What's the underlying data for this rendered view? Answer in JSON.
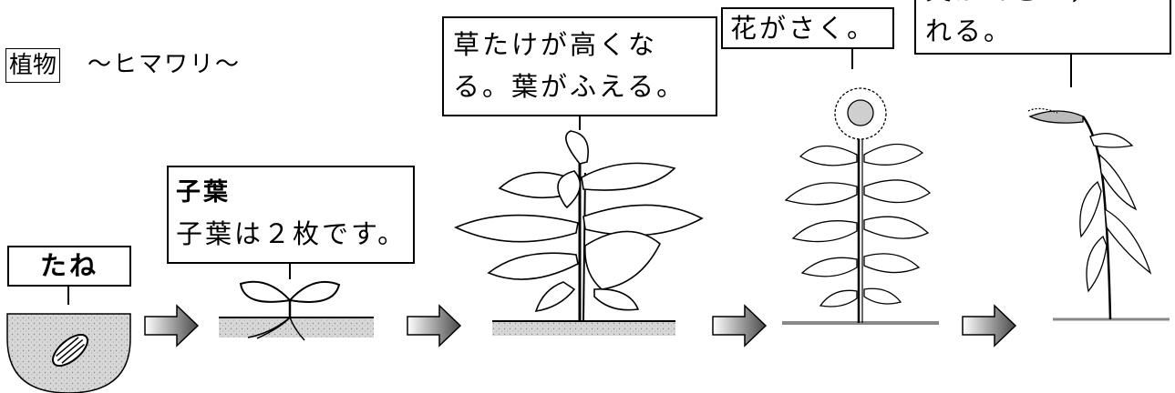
{
  "title": {
    "label": "植物",
    "subtitle": "～ヒマワリ～"
  },
  "stages": [
    {
      "label": "たね"
    },
    {
      "label": "子葉",
      "text": "子葉は２枚です。"
    },
    {
      "line1": "草たけが高くな",
      "line2": "る。葉がふえる。"
    },
    {
      "label": "花がさく。"
    },
    {
      "line1": "実ができて，か",
      "line2": "れる。"
    }
  ],
  "colors": {
    "soil": "#d0d0d0",
    "arrow_dark": "#555555"
  }
}
